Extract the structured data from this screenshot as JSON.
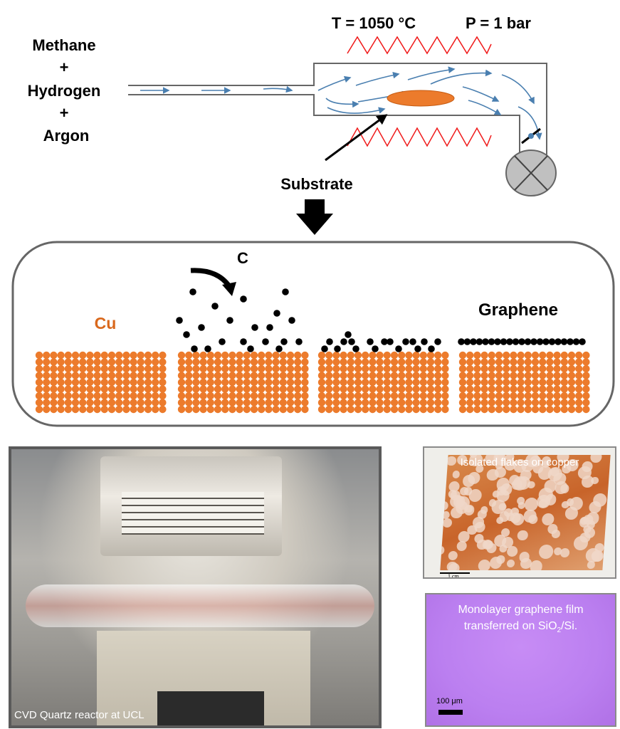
{
  "reactor_schematic": {
    "gases": [
      "Methane",
      "+",
      "Hydrogen",
      "+",
      "Argon"
    ],
    "temperature": "T = 1050 °C",
    "pressure": "P = 1 bar",
    "substrate_label": "Substrate"
  },
  "growth_panel": {
    "carbon_label": "C",
    "copper_label": "Cu",
    "graphene_label": "Graphene"
  },
  "photos": {
    "reactor_caption": "CVD Quartz reactor  at UCL",
    "flakes_caption": "Isolated flakes on copper",
    "flakes_scale": "1 cm",
    "film_caption_line1": "Monolayer graphene film",
    "film_caption_line2_prefix": "transferred on SiO",
    "film_caption_sub": "2",
    "film_caption_suffix": "/Si.",
    "film_scale": "100 μm"
  },
  "colors": {
    "copper": "#ec7b2c",
    "heater": "#f01a1a",
    "flow": "#4a7fb0",
    "carbon": "#000000"
  }
}
